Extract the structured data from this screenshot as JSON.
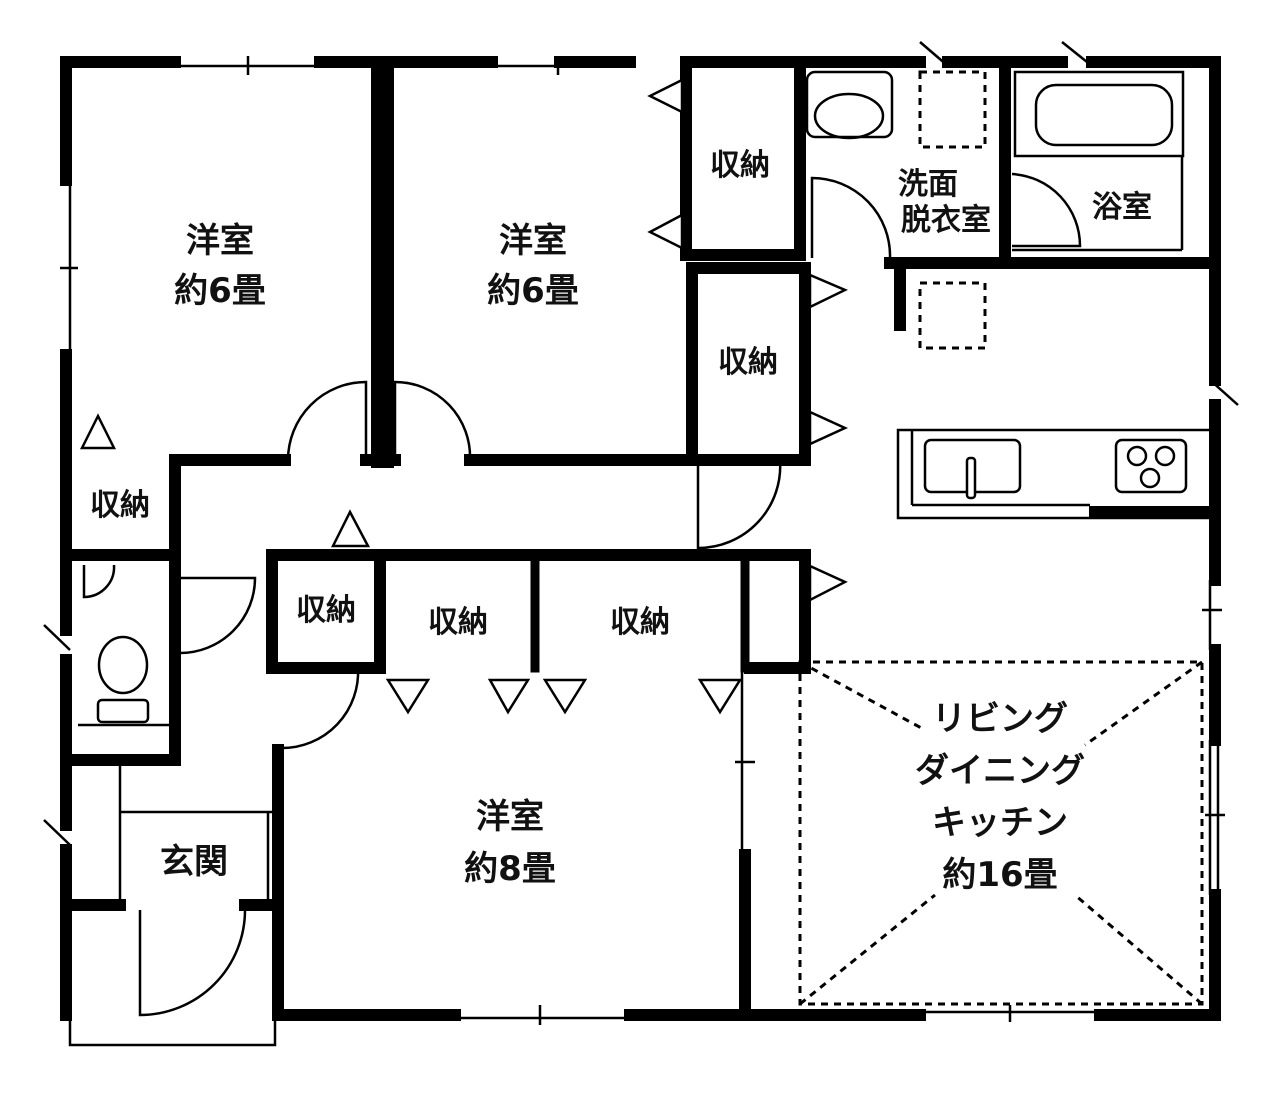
{
  "rooms": {
    "western_nw": {
      "name": "洋室",
      "size": "約6畳"
    },
    "western_n": {
      "name": "洋室",
      "size": "約6畳"
    },
    "western_s": {
      "name": "洋室",
      "size": "約8畳"
    },
    "ldk": {
      "line1": "リビング",
      "line2": "ダイニング",
      "line3": "キッチン",
      "size": "約16畳"
    },
    "washroom": {
      "line1": "洗面",
      "line2": "脱衣室"
    },
    "bath": {
      "name": "浴室"
    },
    "entrance": {
      "name": "玄関"
    },
    "storage_label": "収納"
  }
}
